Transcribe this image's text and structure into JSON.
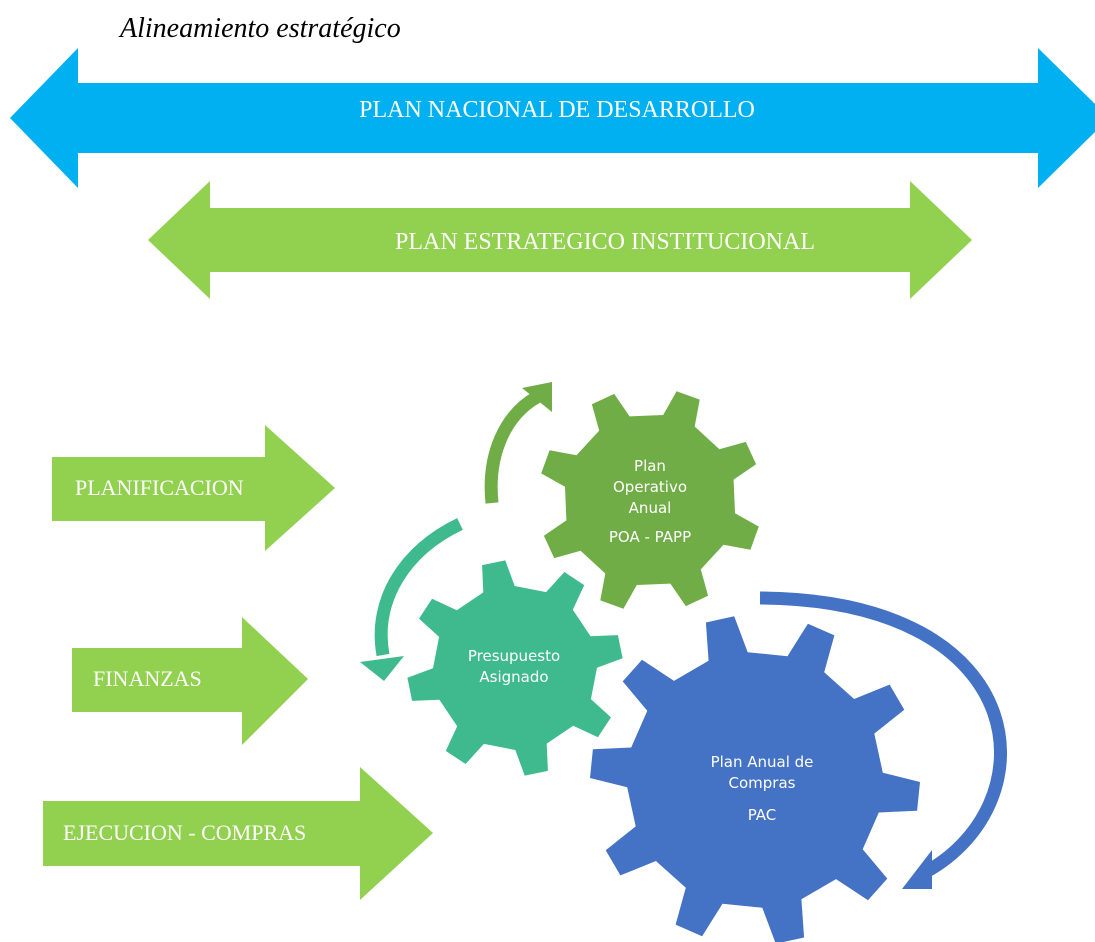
{
  "title": "Alineamiento estratégico",
  "colors": {
    "blue_arrow": "#00B0F0",
    "green_arrow": "#92D050",
    "gear_poa": "#70AD47",
    "gear_presupuesto": "#3FBA8E",
    "gear_pac": "#4472C4",
    "text_on_shape": "#FFFFFF"
  },
  "bands": {
    "national": "PLAN NACIONAL DE DESARROLLO",
    "institutional": "PLAN ESTRATEGICO INSTITUCIONAL"
  },
  "side_arrows": {
    "planning": "PLANIFICACION",
    "finance": "FINANZAS",
    "execution": "EJECUCION - COMPRAS"
  },
  "gears": {
    "poa": {
      "line1": "Plan",
      "line2": "Operativo",
      "line3": "Anual",
      "line4": "POA - PAPP"
    },
    "presupuesto": {
      "line1": "Presupuesto",
      "line2": "Asignado"
    },
    "pac": {
      "line1": "Plan Anual de",
      "line2": "Compras",
      "line3": "PAC"
    }
  }
}
